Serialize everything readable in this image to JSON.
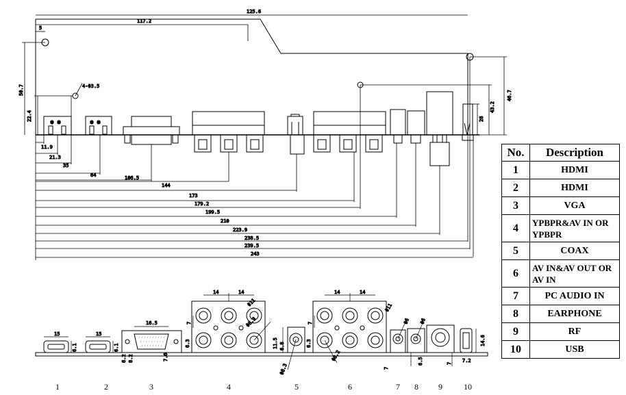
{
  "top_dims": {
    "overall_width": "125.6",
    "upper_width": "117.2",
    "left_hole_offset": "5",
    "left_height": "50.7",
    "hole_size": "4-Φ3.5",
    "hole_height": "22.4",
    "right_height_a": "46.7",
    "right_height_b": "43.2",
    "right_height_c": "28"
  },
  "baseline_dims": [
    "11.9",
    "21.3",
    "35",
    "64",
    "106.5",
    "144",
    "173",
    "179.2",
    "199.5",
    "210",
    "223.9",
    "238.5",
    "239.5",
    "243"
  ],
  "front_dims": {
    "hdmi1_width": "15",
    "hdmi1_height": "6.1",
    "hdmi2_width": "15",
    "hdmi2_height": "6.1",
    "vga_width": "16.5",
    "vga_left_a": "6.2",
    "vga_left_b": "8.2",
    "vga_right": "7.6",
    "rca4_pitch_a": "14",
    "rca4_pitch_b": "14",
    "rca4_vert": "7",
    "rca4_side": "6.3",
    "rca4_d1": "Φ11",
    "rca4_d2": "Φ8.3",
    "coax_h1": "11.5",
    "coax_h2": "6.8",
    "coax_d": "Φ8.3",
    "rca6_pitch_a": "14",
    "rca6_pitch_b": "14",
    "rca6_vert": "7",
    "rca6_side": "6.3",
    "rca6_d1": "Φ11",
    "rca6_d2": "Φ8.2",
    "pc_audio_d": "Φ6",
    "pc_audio_h": "7",
    "earphone_d": "Φ6",
    "earphone_h": "6.5",
    "rf_h": "7",
    "usb_h": "14.6",
    "usb_w": "7.2"
  },
  "port_numbers": [
    "1",
    "2",
    "3",
    "4",
    "5",
    "6",
    "7",
    "8",
    "9",
    "10"
  ],
  "legend": {
    "header_no": "No.",
    "header_desc": "Description",
    "rows": [
      {
        "no": "1",
        "desc": "HDMI"
      },
      {
        "no": "2",
        "desc": "HDMI"
      },
      {
        "no": "3",
        "desc": "VGA"
      },
      {
        "no": "4",
        "desc": "YPBPR&AV IN OR YPBPR"
      },
      {
        "no": "5",
        "desc": "COAX"
      },
      {
        "no": "6",
        "desc": "AV IN&AV OUT OR AV IN"
      },
      {
        "no": "7",
        "desc": "PC AUDIO IN"
      },
      {
        "no": "8",
        "desc": "EARPHONE"
      },
      {
        "no": "9",
        "desc": "RF"
      },
      {
        "no": "10",
        "desc": "USB"
      }
    ]
  }
}
